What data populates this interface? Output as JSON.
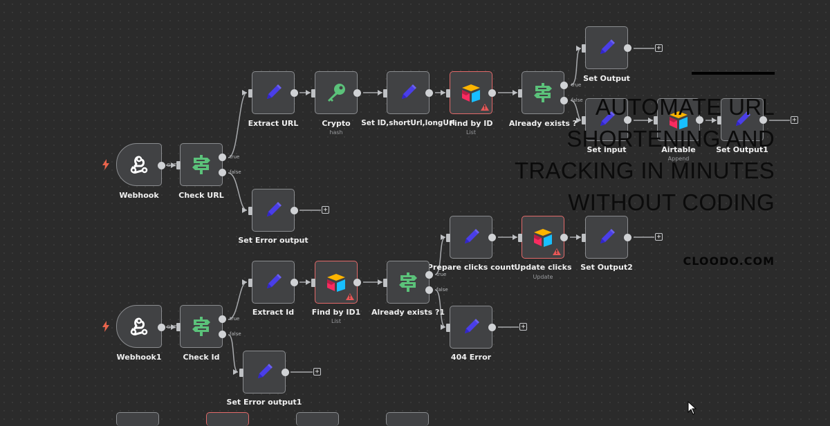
{
  "canvas": {
    "background_color": "#2b2b2b",
    "node_color": "#414244",
    "node_border_color": "#8b8d90",
    "error_border_color": "#e36a6a",
    "accent_color": "#4a3ee8",
    "success_color": "#5bc27a"
  },
  "nodes": [
    {
      "id": "webhook",
      "label": "Webhook",
      "sub": "",
      "icon": "webhook-icon",
      "out_label": "GET"
    },
    {
      "id": "check-url",
      "label": "Check URL",
      "sub": "",
      "icon": "signpost-icon",
      "true_label": "true",
      "false_label": "false"
    },
    {
      "id": "extract-url",
      "label": "Extract URL",
      "sub": "",
      "icon": "pencil-icon"
    },
    {
      "id": "crypto",
      "label": "Crypto",
      "sub": "hash",
      "icon": "key-icon"
    },
    {
      "id": "set-id",
      "label": "Set ID,shortUrl,longUrl",
      "sub": "",
      "icon": "pencil-icon"
    },
    {
      "id": "find-by-id",
      "label": "Find by ID",
      "sub": "List",
      "icon": "airtable-icon"
    },
    {
      "id": "already-exists",
      "label": "Already exists ?",
      "sub": "",
      "icon": "signpost-icon",
      "true_label": "true",
      "false_label": "false"
    },
    {
      "id": "set-output",
      "label": "Set Output",
      "sub": "",
      "icon": "pencil-icon"
    },
    {
      "id": "set-input",
      "label": "Set input",
      "sub": "",
      "icon": "pencil-icon"
    },
    {
      "id": "airtable",
      "label": "Airtable",
      "sub": "Append",
      "icon": "airtable-icon"
    },
    {
      "id": "set-output1",
      "label": "Set Output1",
      "sub": "",
      "icon": "pencil-icon"
    },
    {
      "id": "set-error-output",
      "label": "Set Error output",
      "sub": "",
      "icon": "pencil-icon"
    },
    {
      "id": "prepare-clicks",
      "label": "Prepare clicks count",
      "sub": "",
      "icon": "pencil-icon"
    },
    {
      "id": "update-clicks",
      "label": "Update clicks",
      "sub": "Update",
      "icon": "airtable-icon"
    },
    {
      "id": "set-output2",
      "label": "Set Output2",
      "sub": "",
      "icon": "pencil-icon"
    },
    {
      "id": "extract-id",
      "label": "Extract Id",
      "sub": "",
      "icon": "pencil-icon"
    },
    {
      "id": "find-by-id1",
      "label": "Find by ID1",
      "sub": "List",
      "icon": "airtable-icon"
    },
    {
      "id": "already-exists1",
      "label": "Already exists ?1",
      "sub": "",
      "icon": "signpost-icon",
      "true_label": "true",
      "false_label": "false"
    },
    {
      "id": "error-404",
      "label": "404 Error",
      "sub": "",
      "icon": "pencil-icon"
    },
    {
      "id": "webhook1",
      "label": "Webhook1",
      "sub": "",
      "icon": "webhook-icon",
      "out_label": "GET"
    },
    {
      "id": "check-id",
      "label": "Check Id",
      "sub": "",
      "icon": "signpost-icon",
      "true_label": "true",
      "false_label": "false"
    },
    {
      "id": "set-error-output1",
      "label": "Set Error output1",
      "sub": "",
      "icon": "pencil-icon"
    }
  ],
  "overlay": {
    "title": "AUTOMATE URL SHORTENING AND TRACKING IN MINUTES WITHOUT CODING",
    "brand": "CLOODO.COM"
  }
}
